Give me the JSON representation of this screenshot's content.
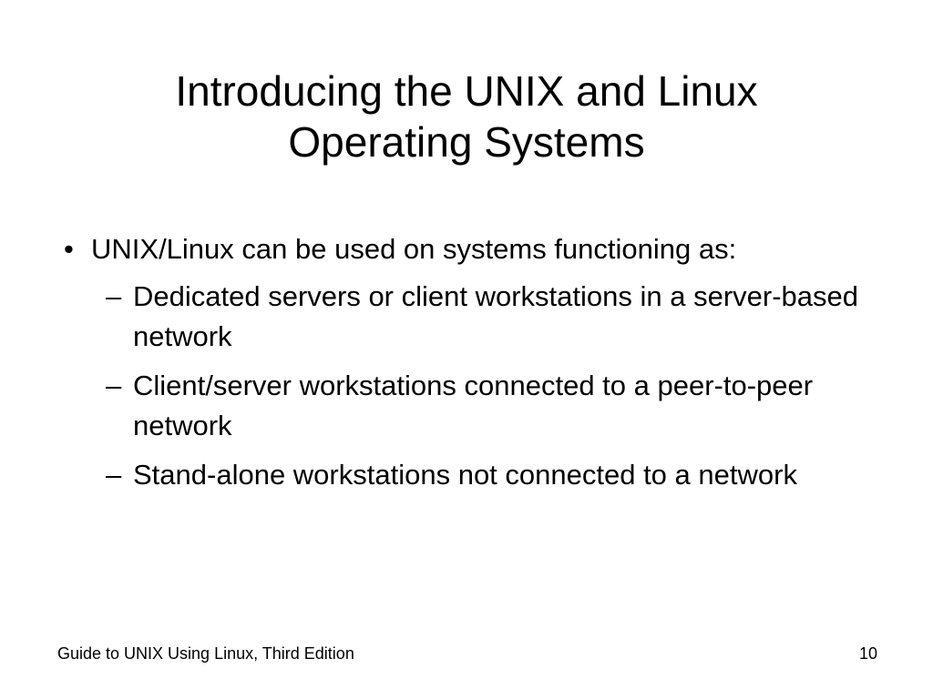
{
  "slide": {
    "title_line1": "Introducing the UNIX and Linux",
    "title_line2": "Operating Systems",
    "bullet": {
      "marker": "•",
      "text": "UNIX/Linux can be used on systems functioning as:"
    },
    "sub_marker": "–",
    "sub_items": [
      {
        "text": "Dedicated servers or client workstations in a server-based network"
      },
      {
        "text": "Client/server workstations connected to a peer-to-peer network"
      },
      {
        "text": "Stand-alone workstations not connected to a network"
      }
    ]
  },
  "footer": {
    "left": "Guide to UNIX Using Linux, Third Edition",
    "page_number": "10"
  }
}
